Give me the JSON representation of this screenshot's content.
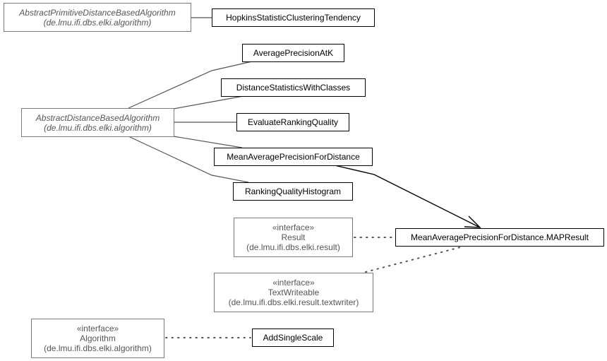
{
  "diagram": {
    "type": "uml-class-diagram",
    "nodes": [
      {
        "id": "abstract_primitive",
        "name": "AbstractPrimitiveDistanceBasedAlgorithm",
        "package": "(de.lmu.ifi.dbs.elki.algorithm)",
        "abstract": true,
        "external": true
      },
      {
        "id": "hopkins",
        "name": "HopkinsStatisticClusteringTendency"
      },
      {
        "id": "abstract_distance",
        "name": "AbstractDistanceBasedAlgorithm",
        "package": "(de.lmu.ifi.dbs.elki.algorithm)",
        "abstract": true,
        "external": true
      },
      {
        "id": "avg_prec_at_k",
        "name": "AveragePrecisionAtK"
      },
      {
        "id": "dist_stats",
        "name": "DistanceStatisticsWithClasses"
      },
      {
        "id": "eval_ranking",
        "name": "EvaluateRankingQuality"
      },
      {
        "id": "map_for_distance",
        "name": "MeanAveragePrecisionForDistance"
      },
      {
        "id": "ranking_hist",
        "name": "RankingQualityHistogram"
      },
      {
        "id": "result_iface",
        "stereotype": "«interface»",
        "name": "Result",
        "package": "(de.lmu.ifi.dbs.elki.result)",
        "external": true
      },
      {
        "id": "map_result",
        "name": "MeanAveragePrecisionForDistance.MAPResult"
      },
      {
        "id": "textwriteable_iface",
        "stereotype": "«interface»",
        "name": "TextWriteable",
        "package": "(de.lmu.ifi.dbs.elki.result.textwriter)",
        "external": true
      },
      {
        "id": "algorithm_iface",
        "stereotype": "«interface»",
        "name": "Algorithm",
        "package": "(de.lmu.ifi.dbs.elki.algorithm)",
        "external": true
      },
      {
        "id": "add_single_scale",
        "name": "AddSingleScale"
      }
    ],
    "edges": [
      {
        "from": "abstract_primitive",
        "to": "hopkins",
        "kind": "generalization"
      },
      {
        "from": "abstract_distance",
        "to": "avg_prec_at_k",
        "kind": "generalization"
      },
      {
        "from": "abstract_distance",
        "to": "dist_stats",
        "kind": "generalization"
      },
      {
        "from": "abstract_distance",
        "to": "eval_ranking",
        "kind": "generalization"
      },
      {
        "from": "abstract_distance",
        "to": "map_for_distance",
        "kind": "generalization"
      },
      {
        "from": "abstract_distance",
        "to": "ranking_hist",
        "kind": "generalization"
      },
      {
        "from": "map_for_distance",
        "to": "map_result",
        "kind": "association-arrow"
      },
      {
        "from": "result_iface",
        "to": "map_result",
        "kind": "realization"
      },
      {
        "from": "textwriteable_iface",
        "to": "map_result",
        "kind": "realization"
      },
      {
        "from": "algorithm_iface",
        "to": "add_single_scale",
        "kind": "realization"
      }
    ]
  }
}
